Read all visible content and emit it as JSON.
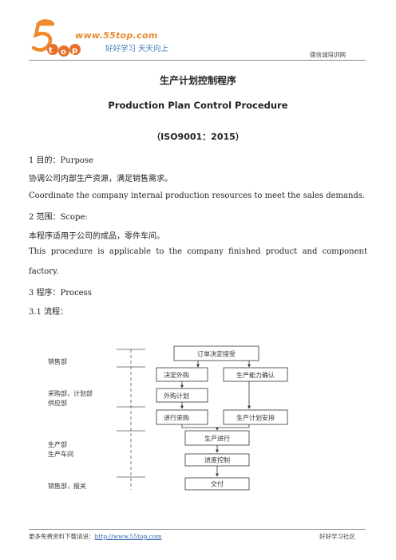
{
  "header": {
    "logo_url": "www.55top.com",
    "logo_slogan": "好好学习  天天向上",
    "right_text": "德信诚培训网"
  },
  "titles": {
    "cn": "生产计划控制程序",
    "en": "Production Plan Control Procedure",
    "std": "（ISO9001：2015）"
  },
  "sections": {
    "purpose_heading": "1 目的：Purpose",
    "purpose_cn": "协调公司内部生产资源，满足销售需求。",
    "purpose_en": "Coordinate the company internal production resources to meet the sales demands.",
    "scope_heading": "2  范围：Scope:",
    "scope_cn": "本程序适用于公司的成品，零件车间。",
    "scope_en_line1": "This procedure is applicable to the company finished product and component",
    "scope_en_line2": "factory.",
    "process_heading": "3  程序：Process",
    "flow_heading": "3.1  流程："
  },
  "flow": {
    "depts": [
      {
        "line1": "销售部",
        "line2": ""
      },
      {
        "line1": "采购部，计划部",
        "line2": "供应部"
      },
      {
        "line1": "生产部",
        "line2": "生产车间"
      },
      {
        "line1": "销售部，报关",
        "line2": ""
      }
    ],
    "boxes": {
      "order": "订单决定接受",
      "outsource": "决定外购",
      "capacity": "生产能力确认",
      "outsource_plan": "外购计划",
      "purchasing": "进行采购",
      "prod_plan": "生产计划安排",
      "production": "生产进行",
      "progress": "进度控制",
      "delivery": "交付"
    }
  },
  "footer": {
    "left_text": "更多免费资料下载请进：",
    "link": "http://www.55top.com",
    "right_text": "好好学习社区"
  }
}
